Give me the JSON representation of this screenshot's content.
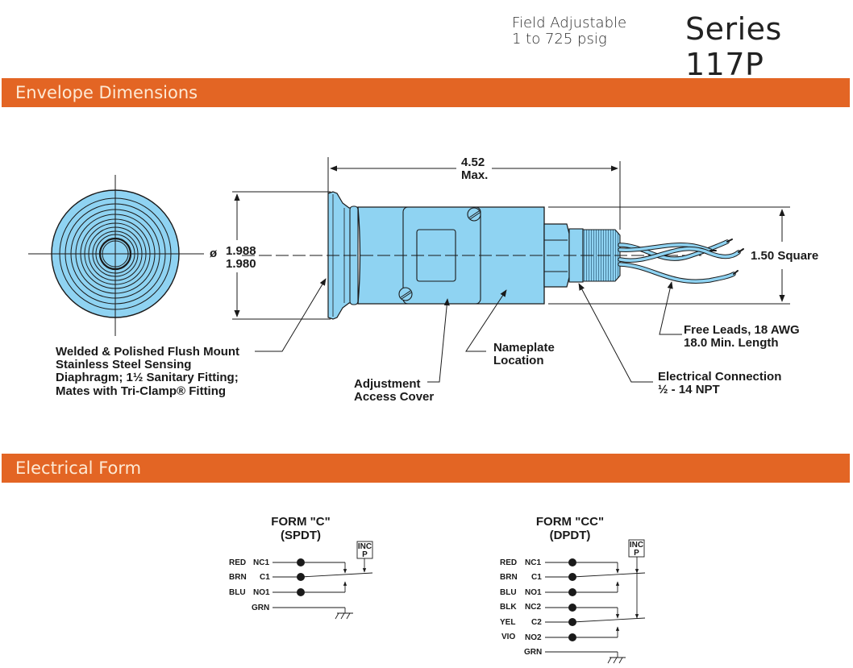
{
  "header": {
    "subtitle_line1": "Field Adjustable",
    "subtitle_line2": "1 to 725 psig",
    "title": "Series 117P"
  },
  "sections": {
    "envelope": "Envelope Dimensions",
    "electrical": "Electrical Form"
  },
  "colors": {
    "accent": "#e36524",
    "accent_text": "#fde9d4",
    "part_fill": "#8fd3f2",
    "line": "#1a1a1a"
  },
  "dimensions": {
    "length_value": "4.52",
    "length_note": "Max.",
    "diameter_symbol": "ø",
    "diameter_max": "1.988",
    "diameter_min": "1.980",
    "square": "1.50 Square"
  },
  "callouts": {
    "diaphragm": [
      "Welded & Polished Flush Mount",
      "Stainless Steel Sensing",
      "Diaphragm; 1½ Sanitary Fitting;",
      "Mates with Tri-Clamp® Fitting"
    ],
    "adjustment": [
      "Adjustment",
      "Access Cover"
    ],
    "nameplate": [
      "Nameplate",
      "Location"
    ],
    "leads": [
      "Free Leads, 18 AWG",
      "18.0 Min. Length"
    ],
    "connection": [
      "Electrical Connection",
      "½ - 14 NPT"
    ]
  },
  "forms": [
    {
      "title": "FORM \"C\"",
      "subtitle": "(SPDT)",
      "inc_label": [
        "INC",
        "P"
      ],
      "rows": [
        {
          "color": "RED",
          "terminal": "NC1"
        },
        {
          "color": "BRN",
          "terminal": "C1"
        },
        {
          "color": "BLU",
          "terminal": "NO1"
        }
      ],
      "ground": "GRN"
    },
    {
      "title": "FORM \"CC\"",
      "subtitle": "(DPDT)",
      "inc_label": [
        "INC",
        "P"
      ],
      "rows": [
        {
          "color": "RED",
          "terminal": "NC1"
        },
        {
          "color": "BRN",
          "terminal": "C1"
        },
        {
          "color": "BLU",
          "terminal": "NO1"
        },
        {
          "color": "BLK",
          "terminal": "NC2"
        },
        {
          "color": "YEL",
          "terminal": "C2"
        },
        {
          "color": "VIO",
          "terminal": "NO2"
        }
      ],
      "ground": "GRN"
    }
  ]
}
